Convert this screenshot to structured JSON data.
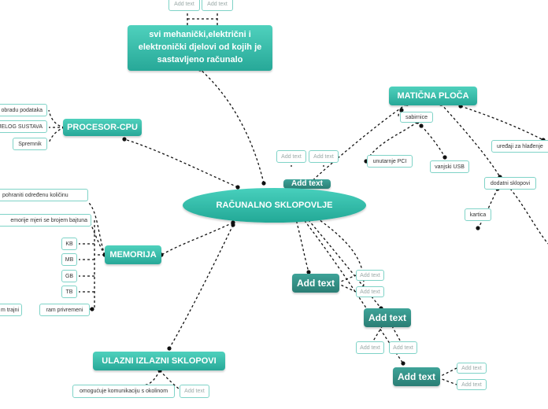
{
  "center": {
    "label": "RAČUNALNO SKLOPOVLJE"
  },
  "nodes": {
    "definition": "svi mehanički,električni i elektronički djelovi od kojih je sastavljeno računalo",
    "motherboard": "MATIČNA PLOČA",
    "cpu": "PROCESOR-CPU",
    "memory": "MEMORIJA",
    "io": "ULAZNI IZLAZNI SKLOPOVI",
    "addtext_1": "Add text",
    "addtext_2": "Add text",
    "addtext_3": "Add text",
    "addtext_partial": "Add text"
  },
  "leaves": {
    "def_a": "Add text",
    "def_b": "Add text",
    "cpu_1": "obradu podataka",
    "cpu_2": "IJELOG SUSTAVA",
    "cpu_3": "Spremnik",
    "mem_1": "pohraniti određenu količinu",
    "mem_2": "emorije mjeri se brojem bajtuna",
    "mem_kb": "KB",
    "mem_mb": "MB",
    "mem_gb": "GB",
    "mem_tb": "TB",
    "mem_trajni": "m trajni",
    "mem_privremeni": "ram privremeni",
    "io_1": "omogućuje komunikaciju s okolinom",
    "io_2": "Add text",
    "mb_sab": "sabirnice",
    "mb_pci": "unutarnje PCI",
    "mb_usb": "vanjski USB",
    "mb_cool": "uređaji za hlađenje",
    "mb_dod": "dodatni sklopovi",
    "mb_kart": "kartica",
    "top_a": "Add text",
    "top_b": "Add text",
    "a1_a": "Add text",
    "a1_b": "Add text",
    "a2_a": "Add text",
    "a2_b": "Add text",
    "a3_a": "Add text",
    "a3_b": "Add text"
  },
  "colors": {
    "node_top": "#4fd1bd",
    "node_bottom": "#27a898",
    "node_gray": "#2e857b",
    "leaf_border": "#7fd3c7",
    "connector": "#111111"
  }
}
